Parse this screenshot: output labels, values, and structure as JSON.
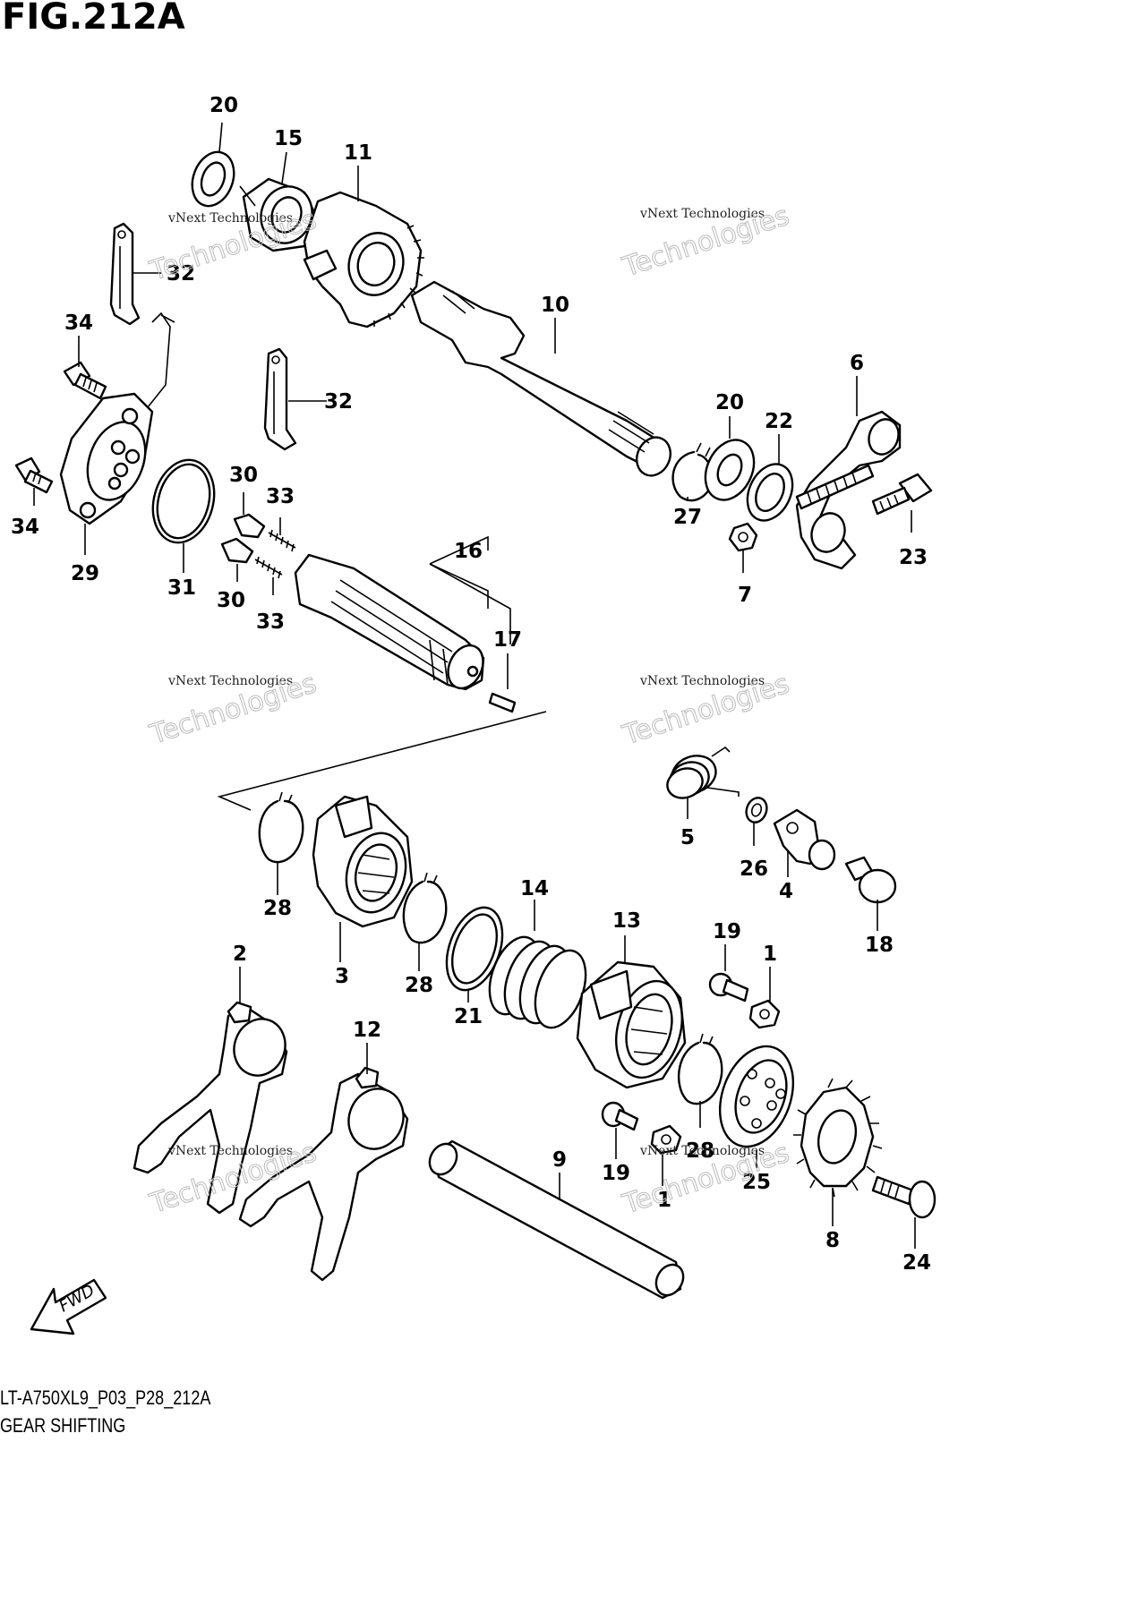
{
  "figure_title": "FIG.212A",
  "model_code": "LT-A750XL9_P03_P28_212A",
  "diagram_caption": "GEAR SHIFTING",
  "direction_marker": "FWD",
  "watermark": {
    "line1": "vNext Technologies",
    "line2": "Technologies"
  },
  "callouts": [
    {
      "id": "c1",
      "label": "20"
    },
    {
      "id": "c2",
      "label": "15"
    },
    {
      "id": "c3",
      "label": "11"
    },
    {
      "id": "c4",
      "label": "32"
    },
    {
      "id": "c5",
      "label": "10"
    },
    {
      "id": "c6",
      "label": "34"
    },
    {
      "id": "c7",
      "label": "32"
    },
    {
      "id": "c8",
      "label": "6"
    },
    {
      "id": "c9",
      "label": "20"
    },
    {
      "id": "c10",
      "label": "22"
    },
    {
      "id": "c11",
      "label": "34"
    },
    {
      "id": "c12",
      "label": "30"
    },
    {
      "id": "c13",
      "label": "33"
    },
    {
      "id": "c14",
      "label": "27"
    },
    {
      "id": "c15",
      "label": "23"
    },
    {
      "id": "c16",
      "label": "29"
    },
    {
      "id": "c17",
      "label": "31"
    },
    {
      "id": "c18",
      "label": "30"
    },
    {
      "id": "c19",
      "label": "33"
    },
    {
      "id": "c20",
      "label": "16"
    },
    {
      "id": "c21",
      "label": "7"
    },
    {
      "id": "c22",
      "label": "17"
    },
    {
      "id": "c23",
      "label": "5"
    },
    {
      "id": "c24",
      "label": "26"
    },
    {
      "id": "c25",
      "label": "4"
    },
    {
      "id": "c26",
      "label": "28"
    },
    {
      "id": "c27",
      "label": "14"
    },
    {
      "id": "c28",
      "label": "13"
    },
    {
      "id": "c29",
      "label": "18"
    },
    {
      "id": "c30",
      "label": "19"
    },
    {
      "id": "c31",
      "label": "1"
    },
    {
      "id": "c32",
      "label": "2"
    },
    {
      "id": "c33",
      "label": "3"
    },
    {
      "id": "c34",
      "label": "28"
    },
    {
      "id": "c35",
      "label": "21"
    },
    {
      "id": "c36",
      "label": "12"
    },
    {
      "id": "c37",
      "label": "9"
    },
    {
      "id": "c38",
      "label": "28"
    },
    {
      "id": "c39",
      "label": "19"
    },
    {
      "id": "c40",
      "label": "1"
    },
    {
      "id": "c41",
      "label": "25"
    },
    {
      "id": "c42",
      "label": "8"
    },
    {
      "id": "c43",
      "label": "24"
    }
  ]
}
